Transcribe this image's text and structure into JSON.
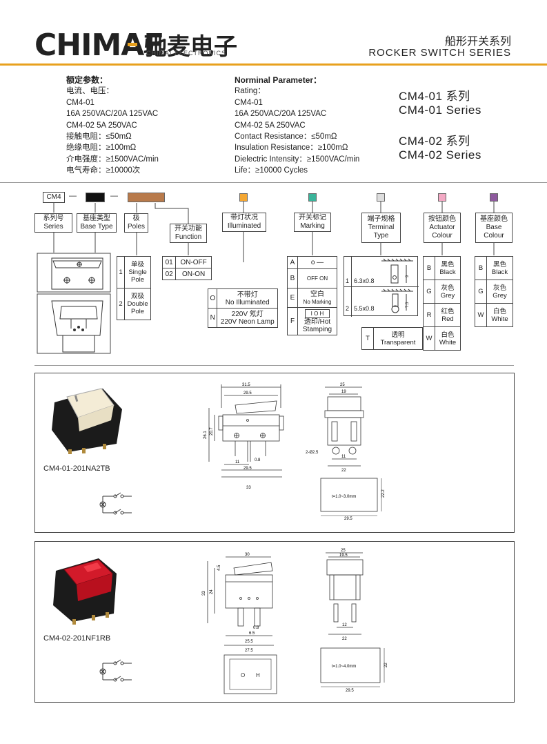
{
  "header": {
    "logo_text": "CHIMAE",
    "brand_cn": "驰麦电子",
    "brand_en": "CHIMAI ELECTRONICS",
    "series_cn": "船形开关系列",
    "series_en": "ROCKER SWITCH SERIES"
  },
  "params_cn": {
    "title": "额定参数：",
    "lines": [
      "电流、电压：",
      "CM4-01",
      "16A 250VAC/20A 125VAC",
      "CM4-02 5A 250VAC",
      "接触电阻：≤50mΩ",
      "绝缘电阻：≥100mΩ",
      "介电强度：≥1500VAC/min",
      "电气寿命：≥10000次"
    ]
  },
  "params_en": {
    "title": "Norminal Parameter：",
    "lines": [
      "Rating：",
      "CM4-01",
      "16A 250VAC/20A 125VAC",
      "CM4-02 5A 250VAC",
      "Contact Resistance：≤50mΩ",
      "Insulation Resistance：≥100mΩ",
      "Dielectric Intensity：≥1500VAC/min",
      "Life：≥10000 Cycles"
    ]
  },
  "models": {
    "m1_cn": "CM4-01 系列",
    "m1_en": "CM4-01 Series",
    "m2_cn": "CM4-02 系列",
    "m2_en": "CM4-02 Series"
  },
  "code": {
    "prefix": "CM4",
    "dash": "—",
    "labels": {
      "series": [
        "系列号",
        "Series"
      ],
      "base_type": [
        "基座类型",
        "Base Type"
      ],
      "poles": [
        "极",
        "Poles"
      ],
      "function": [
        "开关功能",
        "Function"
      ],
      "illuminated": [
        "带灯状况",
        "Illuminated"
      ],
      "marking": [
        "开关标记",
        "Marking"
      ],
      "terminal": [
        "端子规格",
        "Terminal",
        "Type"
      ],
      "actuator": [
        "按钮颜色",
        "Actuator",
        "Colour"
      ],
      "base_colour": [
        "基座颜色",
        "Base",
        "Colour"
      ]
    },
    "poles": [
      {
        "code": "1",
        "cn": "单极",
        "en1": "Single",
        "en2": "Pole"
      },
      {
        "code": "2",
        "cn": "双极",
        "en1": "Double",
        "en2": "Pole"
      }
    ],
    "functions": [
      {
        "code": "01",
        "label": "ON-OFF"
      },
      {
        "code": "02",
        "label": "ON-ON"
      }
    ],
    "illuminated": [
      {
        "code": "O",
        "cn": "不带灯",
        "en": "No Illuminated"
      },
      {
        "code": "N",
        "cn": "220V 氖灯",
        "en": "220V Neon Lamp"
      }
    ],
    "marking": [
      {
        "code": "A",
        "sym": "ο —"
      },
      {
        "code": "B",
        "sym": "OFF ON"
      },
      {
        "code": "E",
        "cn": "空白",
        "en": "No Marking"
      },
      {
        "code": "F",
        "sym": "I O H",
        "cn": "透印/Hot",
        "en": "Stamping"
      }
    ],
    "terminal": [
      {
        "code": "1",
        "size": "6.3x0.8",
        "dim": "9"
      },
      {
        "code": "2",
        "size": "5.5x0.8",
        "dim": "7.5"
      }
    ],
    "actuator_colours": [
      {
        "code": "B",
        "cn": "黑色",
        "en": "Black"
      },
      {
        "code": "G",
        "cn": "灰色",
        "en": "Grey"
      },
      {
        "code": "R",
        "cn": "红色",
        "en": "Red"
      },
      {
        "code": "W",
        "cn": "白色",
        "en": "White"
      },
      {
        "code": "T",
        "cn": "透明",
        "en": "Transparent"
      }
    ],
    "base_colours": [
      {
        "code": "B",
        "cn": "黑色",
        "en": "Black"
      },
      {
        "code": "G",
        "cn": "灰色",
        "en": "Grey"
      },
      {
        "code": "W",
        "cn": "白色",
        "en": "White"
      }
    ]
  },
  "colors": {
    "accent": "#e8a11e",
    "swatch_base_type": "#111111",
    "swatch_poles": "#b87a4b",
    "swatch_illuminated": "#f4a733",
    "swatch_marking": "#3ab49a",
    "swatch_terminal": "#dddddd",
    "swatch_actuator": "#f3a9c4",
    "swatch_base_colour": "#8e5a9e"
  },
  "product1": {
    "name": "CM4-01-201NA2TB",
    "dims": [
      "31.5",
      "29.5",
      "26.1",
      "20.7",
      "0.8",
      "11",
      "29.5",
      "33",
      "25",
      "19",
      "2-Ø2.5",
      "11",
      "22",
      "t=1.0~3.0mm",
      "22.2",
      "29.5"
    ]
  },
  "product2": {
    "name": "CM4-02-201NF1RB",
    "dims": [
      "30",
      "4.5",
      "24",
      "33",
      "0.8",
      "6.5",
      "25.5",
      "27.5",
      "25",
      "19.5",
      "12",
      "22",
      "t=1.0~4.0mm",
      "22",
      "29.5"
    ]
  }
}
